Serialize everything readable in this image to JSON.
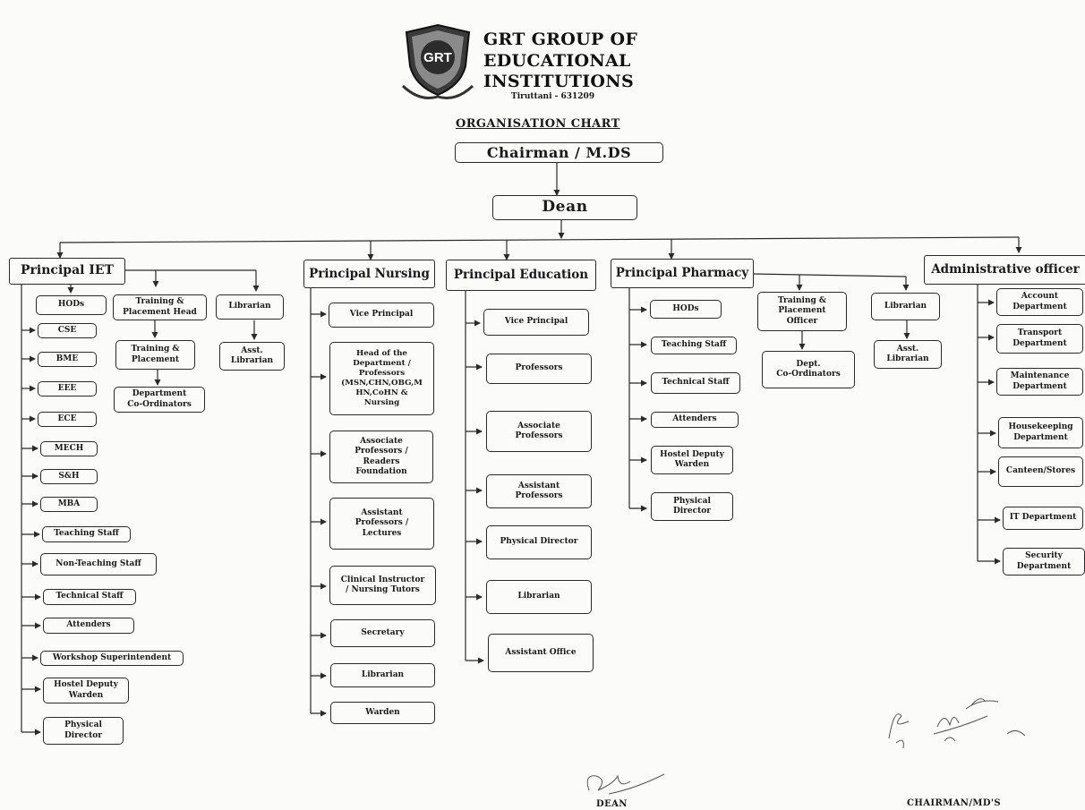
{
  "header": {
    "institution_line1": "GRT GROUP OF",
    "institution_line2": "EDUCATIONAL",
    "institution_line3": "INSTITUTIONS",
    "location": "Tiruttani - 631209",
    "logo_text": "GRT"
  },
  "chart_title": "ORGANISATION CHART",
  "top": {
    "chairman": "Chairman / M.DS",
    "dean": "Dean"
  },
  "iet": {
    "head": "Principal IET",
    "hods": "HODs",
    "training_head": "Training &\nPlacement Head",
    "training_placement": "Training &\nPlacement",
    "dept_coordinators": "Department\nCo-Ordinators",
    "librarian": "Librarian",
    "asst_librarian": "Asst.\nLibrarian",
    "items": [
      "CSE",
      "BME",
      "EEE",
      "ECE",
      "MECH",
      "S&H",
      "MBA",
      "Teaching Staff",
      "Non-Teaching Staff",
      "Technical Staff",
      "Attenders",
      "Workshop Superintendent",
      "Hostel Deputy\nWarden",
      "Physical\nDirector"
    ]
  },
  "nursing": {
    "head": "Principal Nursing",
    "items": [
      "Vice Principal",
      "Head of the\nDepartment /\nProfessors\n(MSN,CHN,OBG,M\nHN,CoHN &\nNursing",
      "Associate\nProfessors /\nReaders\nFoundation",
      "Assistant\nProfessors /\nLectures",
      "Clinical Instructor\n/ Nursing Tutors",
      "Secretary",
      "Librarian",
      "Warden"
    ]
  },
  "education": {
    "head": "Principal Education",
    "items": [
      "Vice Principal",
      "Professors",
      "Associate\nProfessors",
      "Assistant\nProfessors",
      "Physical  Director",
      "Librarian",
      "Assistant  Office"
    ]
  },
  "pharmacy": {
    "head": "Principal Pharmacy",
    "items": [
      "HODs",
      "Teaching Staff",
      "Technical Staff",
      "Attenders",
      "Hostel Deputy\nWarden",
      "Physical\nDirector"
    ],
    "training_officer": "Training &\nPlacement\nOfficer",
    "dept_coordinators": "Dept.\nCo-Ordinators",
    "librarian": "Librarian",
    "asst_librarian": "Asst.\nLibrarian"
  },
  "admin": {
    "head": "Administrative officer",
    "items": [
      "Account\nDepartment",
      "Transport\nDepartment",
      "Maintenance\nDepartment",
      "Housekeeping\nDepartment",
      "Canteen/Stores",
      "IT Department",
      "Security\nDepartment"
    ]
  },
  "signatures": {
    "dean_label": "DEAN",
    "chairman_label": "CHAIRMAN/MD'S"
  },
  "colors": {
    "ink": "#2a2a2a",
    "paper": "#fbfbf9"
  }
}
